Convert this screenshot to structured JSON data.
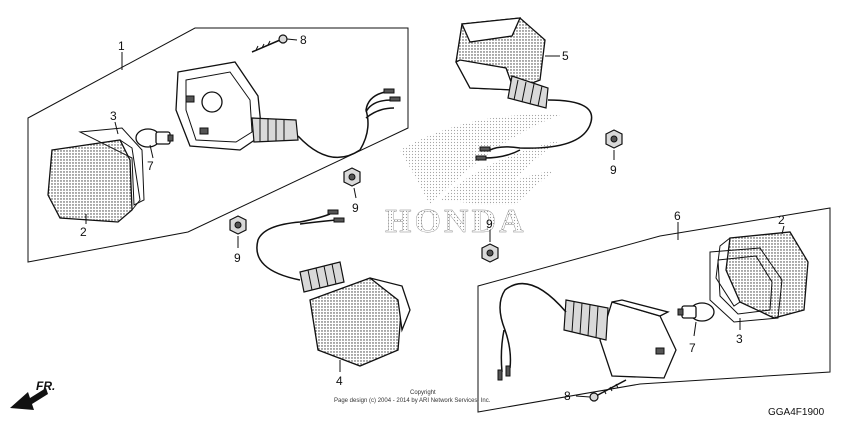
{
  "callouts": {
    "c1": "1",
    "c2a": "2",
    "c2b": "2",
    "c3a": "3",
    "c3b": "3",
    "c4": "4",
    "c5": "5",
    "c6": "6",
    "c7a": "7",
    "c7b": "7",
    "c8a": "8",
    "c8b": "8",
    "c9a": "9",
    "c9b": "9",
    "c9c": "9",
    "c9d": "9"
  },
  "brand": {
    "watermark": "HONDA"
  },
  "direction": {
    "label": "FR."
  },
  "copyright": {
    "line1": "Copyright",
    "line2": "Page design (c) 2004 - 2014 by ARI Network Services, Inc."
  },
  "diagram_code": "GGA4F1900"
}
